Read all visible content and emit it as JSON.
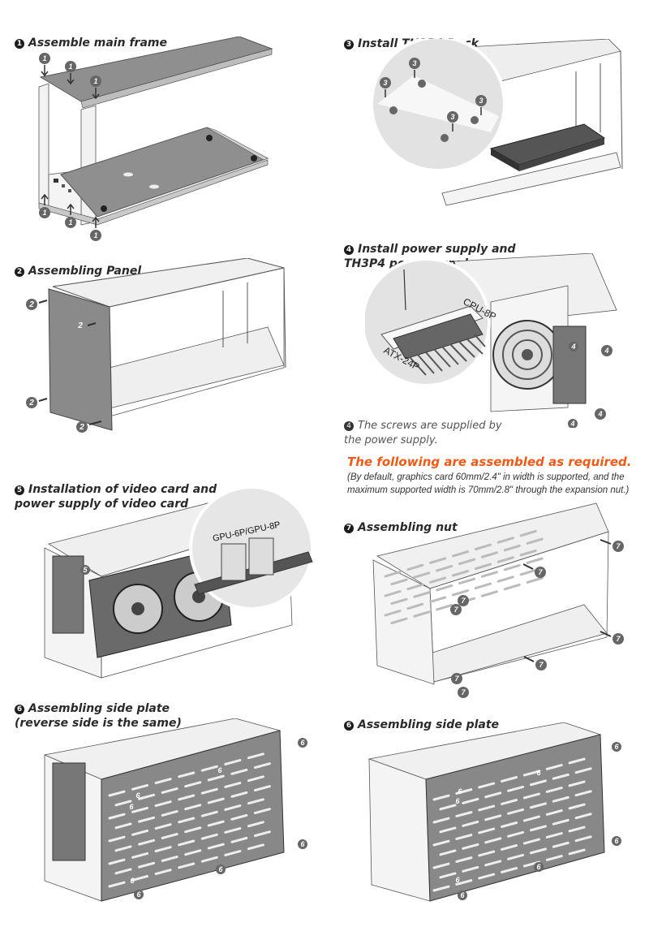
{
  "steps": [
    {
      "number": "1",
      "title": "Assemble main frame",
      "callout": "1"
    },
    {
      "number": "2",
      "title": "Assembling Panel",
      "callout": "2"
    },
    {
      "number": "3",
      "title": "Install TH3P4 Dock",
      "callout": "3"
    },
    {
      "number": "4",
      "title": "Install power supply and\nTH3P4 power supply",
      "callout": "4",
      "connector_labels": [
        "CPU-8P",
        "ATX-24P"
      ],
      "note": "The screws are supplied by\nthe power supply."
    },
    {
      "number": "5",
      "title": "Installation of video card and\npower supply of video card",
      "callout": "5",
      "connector_labels": [
        "GPU-6P/GPU-8P"
      ]
    },
    {
      "number": "6",
      "title": "Assembling side plate\n(reverse side is the same)",
      "callout": "6"
    },
    {
      "number": "7",
      "title": "Assembling nut",
      "callout": "7"
    },
    {
      "number": "6",
      "title": "Assembling side plate",
      "callout": "6"
    }
  ],
  "optional": {
    "heading": "The following are assembled as required.",
    "description": "(By default, graphics card 60mm/2.4\" in width is supported, and the maximum supported width is 70mm/2.8\" through the expansion nut.)",
    "accent_color": "#f05a16"
  },
  "colors": {
    "panel_dark": "#8a8a8a",
    "frame_light": "#ececec",
    "outline": "#555555",
    "badge": "#1c1c1c"
  }
}
